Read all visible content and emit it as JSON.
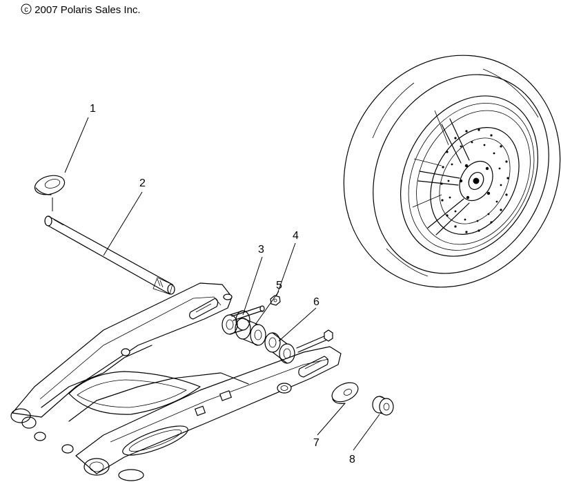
{
  "copyright": {
    "symbol": "c",
    "text": "2007 Polaris Sales Inc."
  },
  "callouts": [
    {
      "id": "1",
      "label": "1"
    },
    {
      "id": "2",
      "label": "2"
    },
    {
      "id": "3",
      "label": "3"
    },
    {
      "id": "4",
      "label": "4"
    },
    {
      "id": "5",
      "label": "5"
    },
    {
      "id": "6",
      "label": "6"
    },
    {
      "id": "7",
      "label": "7"
    },
    {
      "id": "8",
      "label": "8"
    }
  ]
}
